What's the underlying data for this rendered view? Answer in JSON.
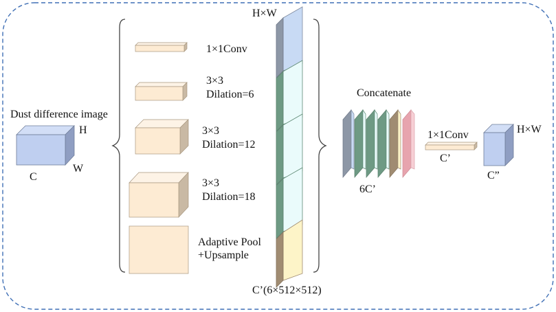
{
  "input": {
    "title": "Dust difference image",
    "dim_h": "H",
    "dim_w": "W",
    "dim_c": "C"
  },
  "branches": [
    {
      "line1": "1×1Conv",
      "line2": ""
    },
    {
      "line1": "3×3",
      "line2": "Dilation=6"
    },
    {
      "line1": "3×3",
      "line2": "Dilation=12"
    },
    {
      "line1": "3×3",
      "line2": "Dilation=18"
    },
    {
      "line1": "Adaptive Pool",
      "line2": "+Upsample"
    }
  ],
  "feature_maps": {
    "top_label": "H×W",
    "bottom_label": "C’(6×512×512)"
  },
  "concat": {
    "title": "Concatenate",
    "channel_label": "6C’"
  },
  "final_conv": {
    "label": "1×1Conv",
    "channel_label": "C’"
  },
  "output": {
    "size_label": "H×W",
    "channel_label": "C”"
  },
  "colors": {
    "frame": "#3f6fb5",
    "input_face": "#bfcff0",
    "input_top": "#d2def6",
    "input_side": "#8f9ec2",
    "branch_face": "#fdebd3",
    "branch_top": "#fdf3e6",
    "branch_side": "#c9b9a4",
    "map_blue": "#c8daf4",
    "map_cyan": "#eafbfb",
    "map_yellow": "#fdf4c8",
    "edge_gray": "#8d97a6",
    "edge_green": "#6e9a84",
    "edge_brown": "#a08c72",
    "edge_pink": "#e7a4ae",
    "pink_face": "#f7d0d6",
    "bracket": "#444444"
  }
}
